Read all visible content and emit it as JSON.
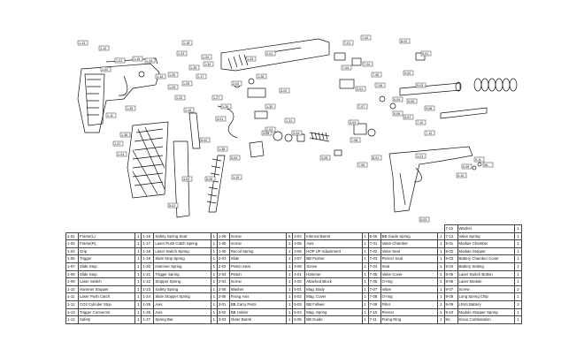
{
  "diagram": {
    "callouts": [
      "1-13",
      "1-12",
      "1-35",
      "1-36",
      "1-37",
      "1-18",
      "1-23",
      "1-04",
      "1-34",
      "1-17",
      "1-20",
      "1-22",
      "1-25",
      "1-27",
      "1-26",
      "1-15",
      "1-14",
      "2-01",
      "2-02",
      "3-02",
      "3-04",
      "3-05",
      "3-06",
      "4-01",
      "4-02",
      "5-01",
      "5-02",
      "5-04",
      "5-05",
      "7-01",
      "7-02",
      "7-03",
      "7-04",
      "7-05",
      "7-06",
      "7-07",
      "7-08",
      "7-09",
      "8-01",
      "8-02",
      "9-01",
      "9-02",
      "9-03",
      "9-04",
      "9-05",
      "9-06",
      "9-07",
      "9-08",
      "9-09",
      "9-10",
      "9-11",
      "9A",
      "1-16",
      "1-10",
      "1-33",
      "1-28",
      "2-03",
      "3-01",
      "3-03",
      "5-03",
      "7-10",
      "7-12",
      "1-39",
      "1-29",
      "1-01",
      "1-02",
      "1-11",
      "1-24",
      "1-30",
      "1-31",
      "1-38",
      "1-19",
      "1-21"
    ]
  },
  "table": {
    "header_row": [
      {
        "code": "7-12",
        "name": "Washer",
        "qty": "1"
      }
    ],
    "rows": [
      [
        [
          "1-01",
          "Frame(L)",
          "1"
        ],
        [
          "1-15",
          "Safety Spring Seat",
          "1"
        ],
        [
          "1-29",
          "Screw",
          "6"
        ],
        [
          "3-04",
          "Internal Barrel",
          "1"
        ],
        [
          "5-06",
          "BB Guide Spring",
          "1"
        ],
        [
          "7-13",
          "Valve Spring",
          "1"
        ]
      ],
      [
        [
          "1-02",
          "Frame(R)",
          "1"
        ],
        [
          "1-17",
          "Laser Push Catch Spring",
          "1"
        ],
        [
          "1-30",
          "Screw",
          "1"
        ],
        [
          "3-05",
          "Axis",
          "1"
        ],
        [
          "7-01",
          "Valve Chamber",
          "1"
        ],
        [
          "9-01",
          "Module Chamber",
          "1"
        ]
      ],
      [
        [
          "1-04",
          "Grip",
          "1"
        ],
        [
          "1-18",
          "Laser Switch Spring",
          "1"
        ],
        [
          "1-30",
          "Recoil Spring",
          "1"
        ],
        [
          "3-06",
          "HOP UP Adjustment",
          "1"
        ],
        [
          "7-02",
          "Valve Seal",
          "1"
        ],
        [
          "9-02",
          "Module Stopper",
          "1"
        ]
      ],
      [
        [
          "1-06",
          "Trigger",
          "1"
        ],
        [
          "1-19",
          "Slide Stop Spring",
          "1"
        ],
        [
          "2-01",
          "Slide",
          "1"
        ],
        [
          "3-07",
          "BB Pusher",
          "1"
        ],
        [
          "7-03",
          "Piercer Seal",
          "1"
        ],
        [
          "9-03",
          "Battery Chamber Cover",
          "1"
        ]
      ],
      [
        [
          "1-07",
          "Slide Stop",
          "1"
        ],
        [
          "1-20",
          "Hammer Spring",
          "1"
        ],
        [
          "2-02",
          "Piston Seat",
          "1"
        ],
        [
          "3-08",
          "Screw",
          "1"
        ],
        [
          "7-04",
          "Seal",
          "1"
        ],
        [
          "9-04",
          "Battery Setting",
          "1"
        ]
      ],
      [
        [
          "1-08",
          "Slide Stop",
          "1"
        ],
        [
          "1-21",
          "Trigger Spring",
          "1"
        ],
        [
          "2-03",
          "Piston",
          "1"
        ],
        [
          "4-01",
          "Hammer",
          "1"
        ],
        [
          "7-05",
          "Valve Cover",
          "1"
        ],
        [
          "9-05",
          "Laser Switch Button",
          "1"
        ]
      ],
      [
        [
          "1-09",
          "Laser Switch",
          "1"
        ],
        [
          "1-22",
          "Stopper Spring",
          "1"
        ],
        [
          "2-04",
          "Screw",
          "1"
        ],
        [
          "4-02",
          "Attached Block",
          "1"
        ],
        [
          "7-06",
          "O-ring",
          "1"
        ],
        [
          "9-06",
          "Laser Module",
          "1"
        ]
      ],
      [
        [
          "1-10",
          "Hammer Stopper",
          "1"
        ],
        [
          "1-23",
          "Safety Spring",
          "1"
        ],
        [
          "2-05",
          "Washer",
          "1"
        ],
        [
          "5-01",
          "Mag. Body",
          "1"
        ],
        [
          "7-07",
          "Valve",
          "1"
        ],
        [
          "9-07",
          "Screw",
          "2"
        ]
      ],
      [
        [
          "1-11",
          "Laser Push Catch",
          "1"
        ],
        [
          "1-24",
          "Slide Stopper Spring",
          "1"
        ],
        [
          "2-06",
          "Fixing Axis",
          "1"
        ],
        [
          "5-02",
          "Mag. Cover",
          "1"
        ],
        [
          "7-08",
          "O-ring",
          "1"
        ],
        [
          "9-08",
          "Long Spring Chip",
          "1"
        ]
      ],
      [
        [
          "1-12",
          "CO2 Cylinder Stop",
          "1"
        ],
        [
          "1-25",
          "Axis",
          "1"
        ],
        [
          "3-01",
          "BB Carry Parts",
          "1"
        ],
        [
          "5-03",
          "BB Follwer",
          "1"
        ],
        [
          "7-09",
          "Filter",
          "1"
        ],
        [
          "9-09",
          "LR44 Battery",
          "3"
        ]
      ],
      [
        [
          "1-13",
          "Trigger Connector",
          "1"
        ],
        [
          "1-26",
          "Axis",
          "1"
        ],
        [
          "3-02",
          "BB Holder",
          "1"
        ],
        [
          "5-04",
          "Mag. Spring",
          "1"
        ],
        [
          "7-10",
          "Piercer",
          "1"
        ],
        [
          "9-10",
          "Module Stopper Spring",
          "1"
        ]
      ],
      [
        [
          "1-14",
          "Safety",
          "1"
        ],
        [
          "1-27",
          "Spring Bar",
          "1"
        ],
        [
          "3-03",
          "Outer Barrel",
          "1"
        ],
        [
          "5-05",
          "BB Guide",
          "1"
        ],
        [
          "7-11",
          "Fixing Ring",
          "1"
        ],
        [
          "9A",
          "Kisoo Combination",
          "1"
        ]
      ]
    ]
  }
}
